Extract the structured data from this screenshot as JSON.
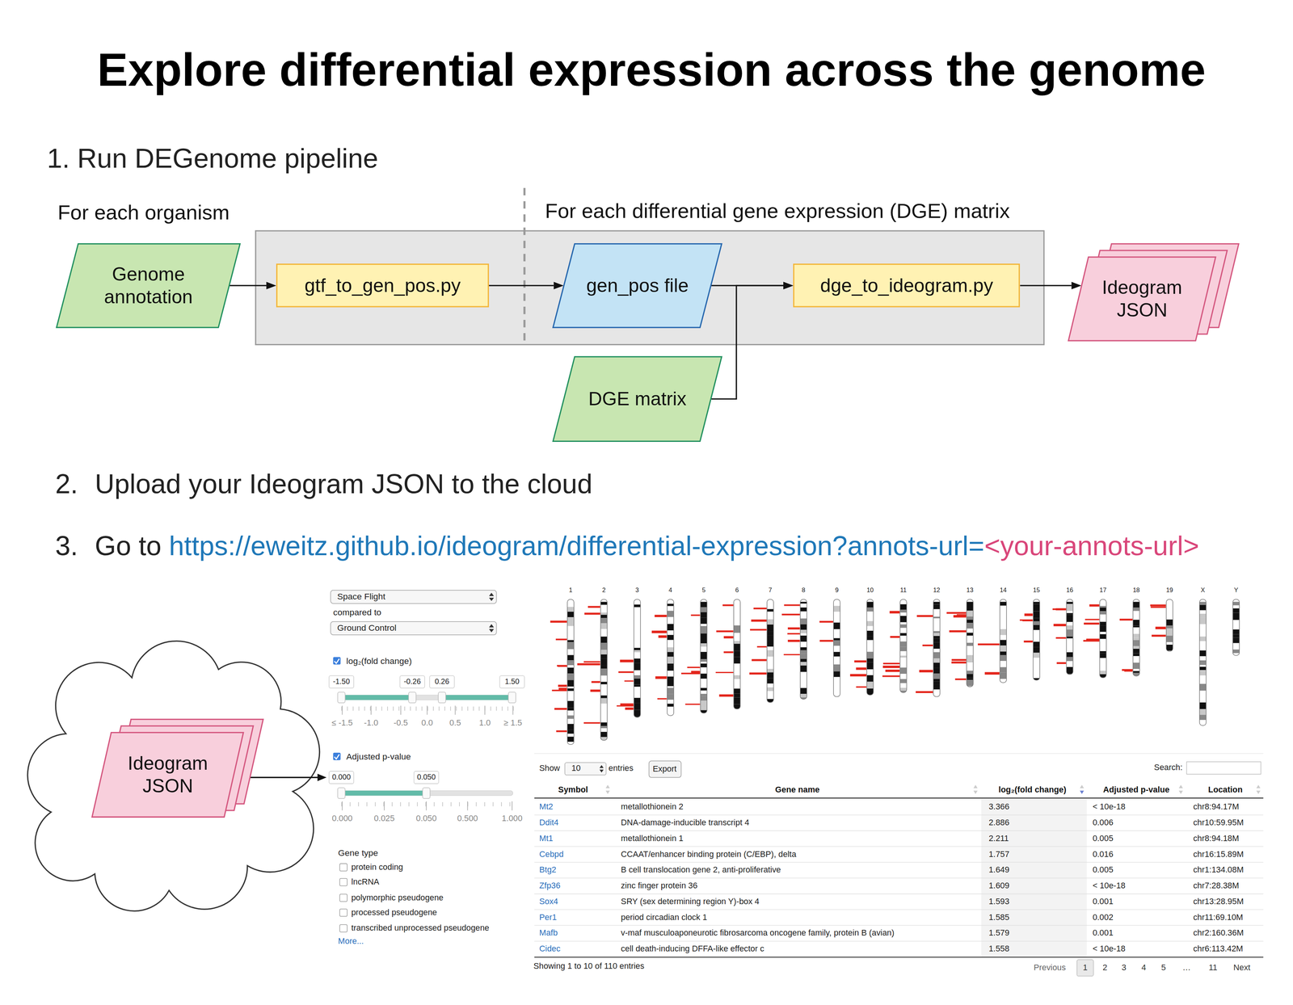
{
  "diagram": {
    "title": "Explore differential expression across the genome",
    "nodes": [
      {
        "text": [
          "Genome annotation"
        ]
      },
      {
        "text": [
          "gtf_to_gen_pos.py"
        ]
      },
      {
        "text": [
          "gen_pos file"
        ]
      },
      {
        "text": [
          "dge_to_ideogram.py"
        ]
      },
      {
        "text": [
          "Ideogram JSON"
        ]
      },
      {
        "text": [
          "DGE matrix"
        ]
      },
      {
        "text": [
          "Ideogram JSON"
        ]
      }
    ],
    "edges": [
      {
        "from": 0,
        "to": 1,
        "arrow": "to"
      },
      {
        "from": 1,
        "to": 2,
        "arrow": "to"
      },
      {
        "from": 2,
        "to": 3,
        "arrow": "to"
      },
      {
        "from": 5,
        "to": 3,
        "arrow": "to"
      },
      {
        "from": 3,
        "to": 4,
        "arrow": "to"
      }
    ],
    "labels": [
      "1. Run DEGenome pipeline",
      "For each organism",
      "For each differential gene expression (DGE) matrix",
      "2.",
      "Upload your Ideogram JSON to the cloud",
      "3.",
      "Go to",
      "https://eweitz.github.io/ideogram/differential-expression?annots-url=",
      "<your-annots-url>",
      "Space Flight",
      "compared to",
      "Ground Control",
      "log₂(fold change)",
      "-1.50",
      "-0.26",
      "0.26",
      "1.50",
      "≤ -1.5",
      "-1.0",
      "-0.5",
      "0.0",
      "0.5",
      "1.0",
      "≥ 1.5",
      "Adjusted p-value",
      "0.000",
      "0.050",
      "0.000",
      "0.025",
      "0.050",
      "0.500",
      "1.000",
      "Gene type",
      "protein coding",
      "lncRNA",
      "polymorphic pseudogene",
      "processed pseudogene",
      "transcribed unprocessed pseudogene",
      "More...",
      "1",
      "2",
      "3",
      "4",
      "5",
      "6",
      "7",
      "8",
      "9",
      "10",
      "11",
      "12",
      "13",
      "14",
      "15",
      "16",
      "17",
      "18",
      "19",
      "X",
      "Y",
      "Show",
      "10",
      "entries",
      "Export",
      "Search:",
      "Symbol",
      "Gene name",
      "log₂(fold change)",
      "Adjusted p-value",
      "Location",
      "Mt2",
      "metallothionein 2",
      "3.366",
      "< 10e-18",
      "chr8:94.17M",
      "Ddit4",
      "DNA-damage-inducible transcript 4",
      "2.886",
      "0.006",
      "chr10:59.95M",
      "Mt1",
      "metallothionein 1",
      "2.211",
      "0.005",
      "chr8:94.18M",
      "Cebpd",
      "CCAAT/enhancer binding protein (C/EBP), delta",
      "1.757",
      "0.016",
      "chr16:15.89M",
      "Btg2",
      "B cell translocation gene 2, anti-proliferative",
      "1.649",
      "0.005",
      "chr1:134.08M",
      "Zfp36",
      "zinc finger protein 36",
      "1.609",
      "< 10e-18",
      "chr7:28.38M",
      "Sox4",
      "SRY (sex determining region Y)-box 4",
      "1.593",
      "0.001",
      "chr13:28.95M",
      "Per1",
      "period circadian clock 1",
      "1.585",
      "0.002",
      "chr11:69.10M",
      "Mafb",
      "v-maf musculoaponeurotic fibrosarcoma oncogene family, protein B (avian)",
      "1.579",
      "0.001",
      "chr2:160.36M",
      "Cidec",
      "cell death-inducing DFFA-like effector c",
      "1.558",
      "< 10e-18",
      "chr6:113.42M",
      "Showing 1 to 10 of 110 entries",
      "Previous",
      "1",
      "2",
      "3",
      "4",
      "5",
      "…",
      "11",
      "Next"
    ]
  }
}
